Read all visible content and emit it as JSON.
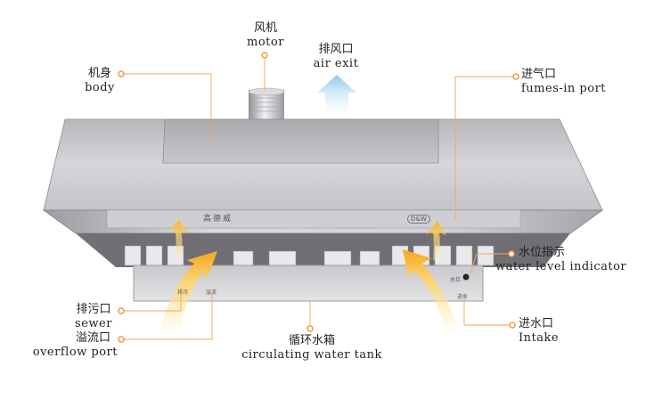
{
  "labels": {
    "motor": {
      "zh": "风机",
      "en": "motor"
    },
    "air_exit": {
      "zh": "排风口",
      "en": "air exit"
    },
    "body": {
      "zh": "机身",
      "en": "body"
    },
    "fumes_in": {
      "zh": "进气口",
      "en": "fumes-in port"
    },
    "water_level": {
      "zh": "水位指示",
      "en": "water level indicator"
    },
    "sewer": {
      "zh": "排污口",
      "en": "sewer"
    },
    "overflow": {
      "zh": "溢流口",
      "en": "overflow port"
    },
    "tank": {
      "zh": "循环水箱",
      "en": "circulating water tank"
    },
    "intake": {
      "zh": "进水口",
      "en": "Intake"
    }
  },
  "device_text": {
    "brand": "高德威",
    "badge": "D&W",
    "panel_sewer": "排污",
    "panel_overflow": "溢流",
    "panel_water_level": "水位",
    "panel_intake": "进水"
  },
  "colors": {
    "leader_line": "#f2a65a",
    "callout_dot": "#f39a3c",
    "airflow_arrow": "#f7b530",
    "exhaust_arrow": "#8ec9ec"
  }
}
